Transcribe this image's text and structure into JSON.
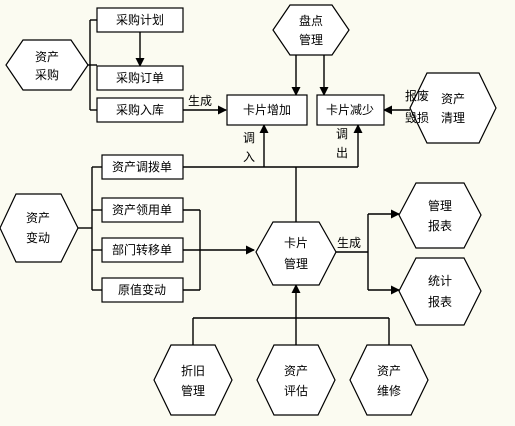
{
  "nodes": {
    "purchase_plan": "采购计划",
    "purchase_order": "采购订单",
    "purchase_inbound": "采购入库",
    "card_add": "卡片增加",
    "card_reduce": "卡片减少",
    "asset_transfer": "资产调拨单",
    "asset_claim": "资产领用单",
    "dept_transfer": "部门转移单",
    "value_change": "原值变动",
    "asset_purchase": [
      "资产",
      "采购"
    ],
    "inventory": [
      "盘点",
      "管理"
    ],
    "asset_cleanup": [
      "资产",
      "清理"
    ],
    "asset_change": [
      "资产",
      "变动"
    ],
    "card_mgmt": [
      "卡片",
      "管理"
    ],
    "mgmt_report": [
      "管理",
      "报表"
    ],
    "stat_report": [
      "统计",
      "报表"
    ],
    "depreciation": [
      "折旧",
      "管理"
    ],
    "asset_eval": [
      "资产",
      "评估"
    ],
    "asset_repair": [
      "资产",
      "维修"
    ]
  },
  "labels": {
    "generate_top": "生成",
    "scrap": [
      "报废",
      "毁损"
    ],
    "transfer_in": [
      "调",
      "入"
    ],
    "transfer_out": [
      "调",
      "出"
    ],
    "generate_right": "生成"
  }
}
